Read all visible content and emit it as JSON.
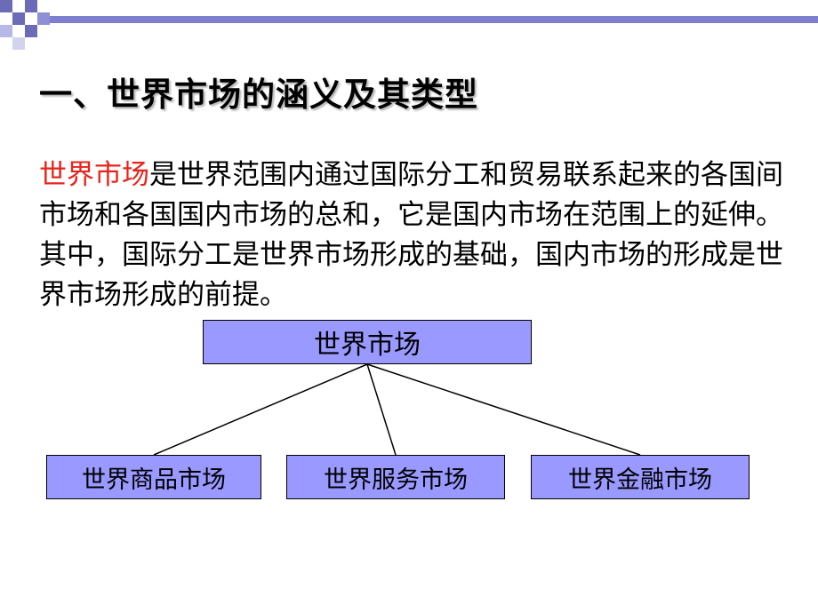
{
  "slide": {
    "title": "一、世界市场的涵义及其类型",
    "paragraph": {
      "highlight": "世界市场",
      "rest": "是世界范围内通过国际分工和贸易联系起来的各国间市场和各国国内市场的总和，它是国内市场在范围上的延伸。其中，国际分工是世界市场形成的基础，国内市场的形成是世界市场形成的前提。"
    },
    "colors": {
      "highlight": "#e8231a",
      "box_fill": "#9999ff",
      "header_bar": "#7f7fcf"
    }
  },
  "diagram": {
    "root": "世界市场",
    "children": [
      "世界商品市场",
      "世界服务市场",
      "世界金融市场"
    ]
  }
}
